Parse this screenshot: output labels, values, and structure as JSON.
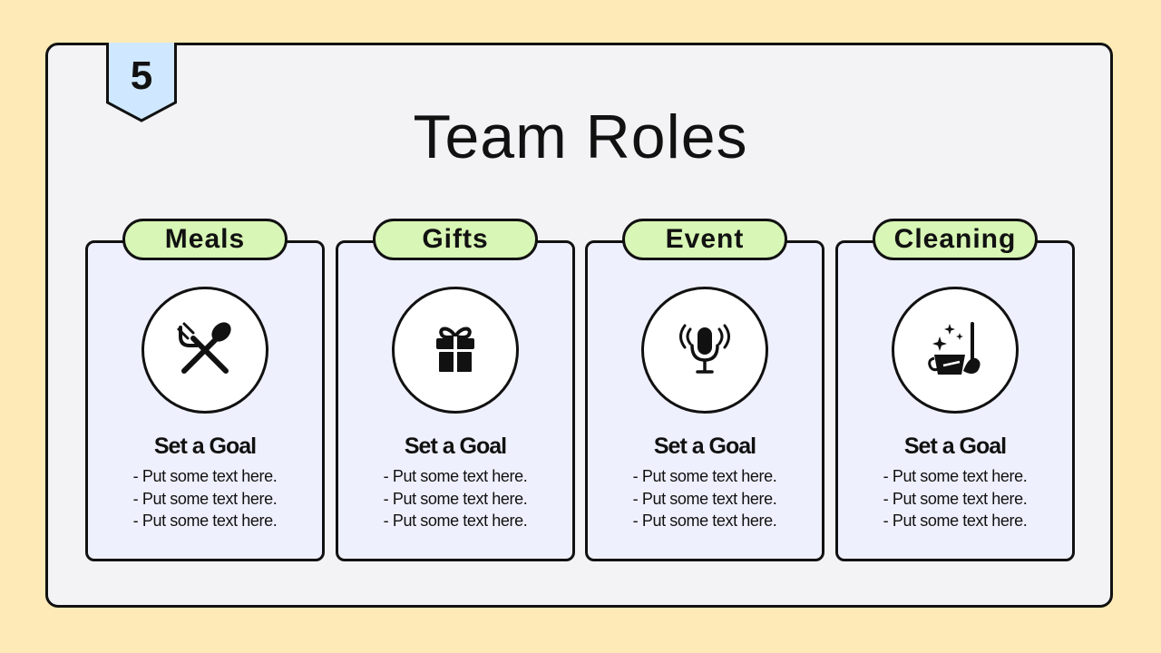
{
  "slide": {
    "number": "5",
    "title": "Team Roles"
  },
  "colors": {
    "background": "#fdeab6",
    "panel": "#f3f3f6",
    "card": "#eef0fd",
    "tag": "#d8f6b5",
    "badge": "#cfe8ff"
  },
  "cards": [
    {
      "tag": "Meals",
      "icon": "fork-spoon-icon",
      "heading": "Set a Goal",
      "items": [
        "- Put some text here.",
        "- Put some text here.",
        "- Put some text here."
      ]
    },
    {
      "tag": "Gifts",
      "icon": "gift-icon",
      "heading": "Set a Goal",
      "items": [
        "- Put some text here.",
        "- Put some text here.",
        "- Put some text here."
      ]
    },
    {
      "tag": "Event",
      "icon": "microphone-icon",
      "heading": "Set a Goal",
      "items": [
        "- Put some text here.",
        "- Put some text here.",
        "- Put some text here."
      ]
    },
    {
      "tag": "Cleaning",
      "icon": "cleaning-bucket-icon",
      "heading": "Set a Goal",
      "items": [
        "- Put some text here.",
        "- Put some text here.",
        "- Put some text here."
      ]
    }
  ]
}
